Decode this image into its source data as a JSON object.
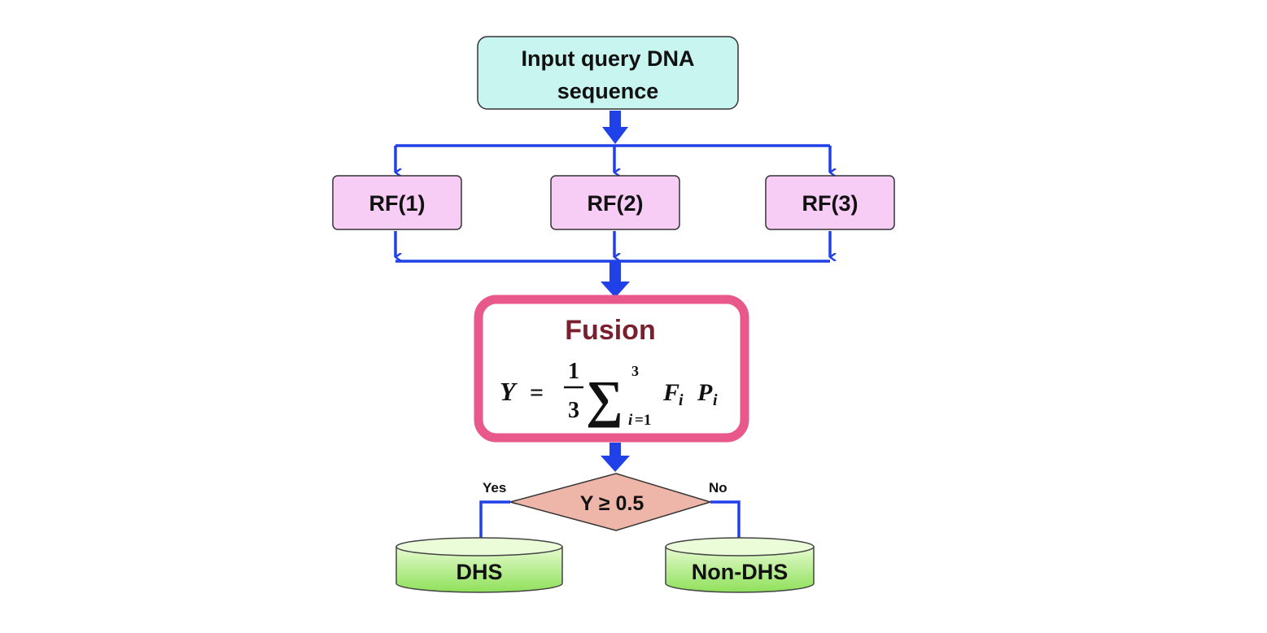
{
  "diagram": {
    "input_label_line1": "Input query DNA",
    "input_label_line2": "sequence",
    "classifiers": [
      {
        "label": "RF(1)"
      },
      {
        "label": "RF(2)"
      },
      {
        "label": "RF(3)"
      }
    ],
    "fusion": {
      "title": "Fusion",
      "formula": "Y = 1/3 Σ_{i=1}^{3} F_i P_i"
    },
    "decision": {
      "condition": "Y ≥ 0.5",
      "yes_label": "Yes",
      "no_label": "No"
    },
    "outputs": [
      {
        "label": "DHS"
      },
      {
        "label": "Non-DHS"
      }
    ],
    "colors": {
      "input_fill": "#c9f5f0",
      "rf_fill": "#f7cdf6",
      "fusion_border": "#e8588a",
      "fusion_title": "#7a1f2e",
      "decision_fill": "#eeb6a8",
      "output_fill": "#a8ec6e",
      "arrow": "#2040e8"
    }
  }
}
